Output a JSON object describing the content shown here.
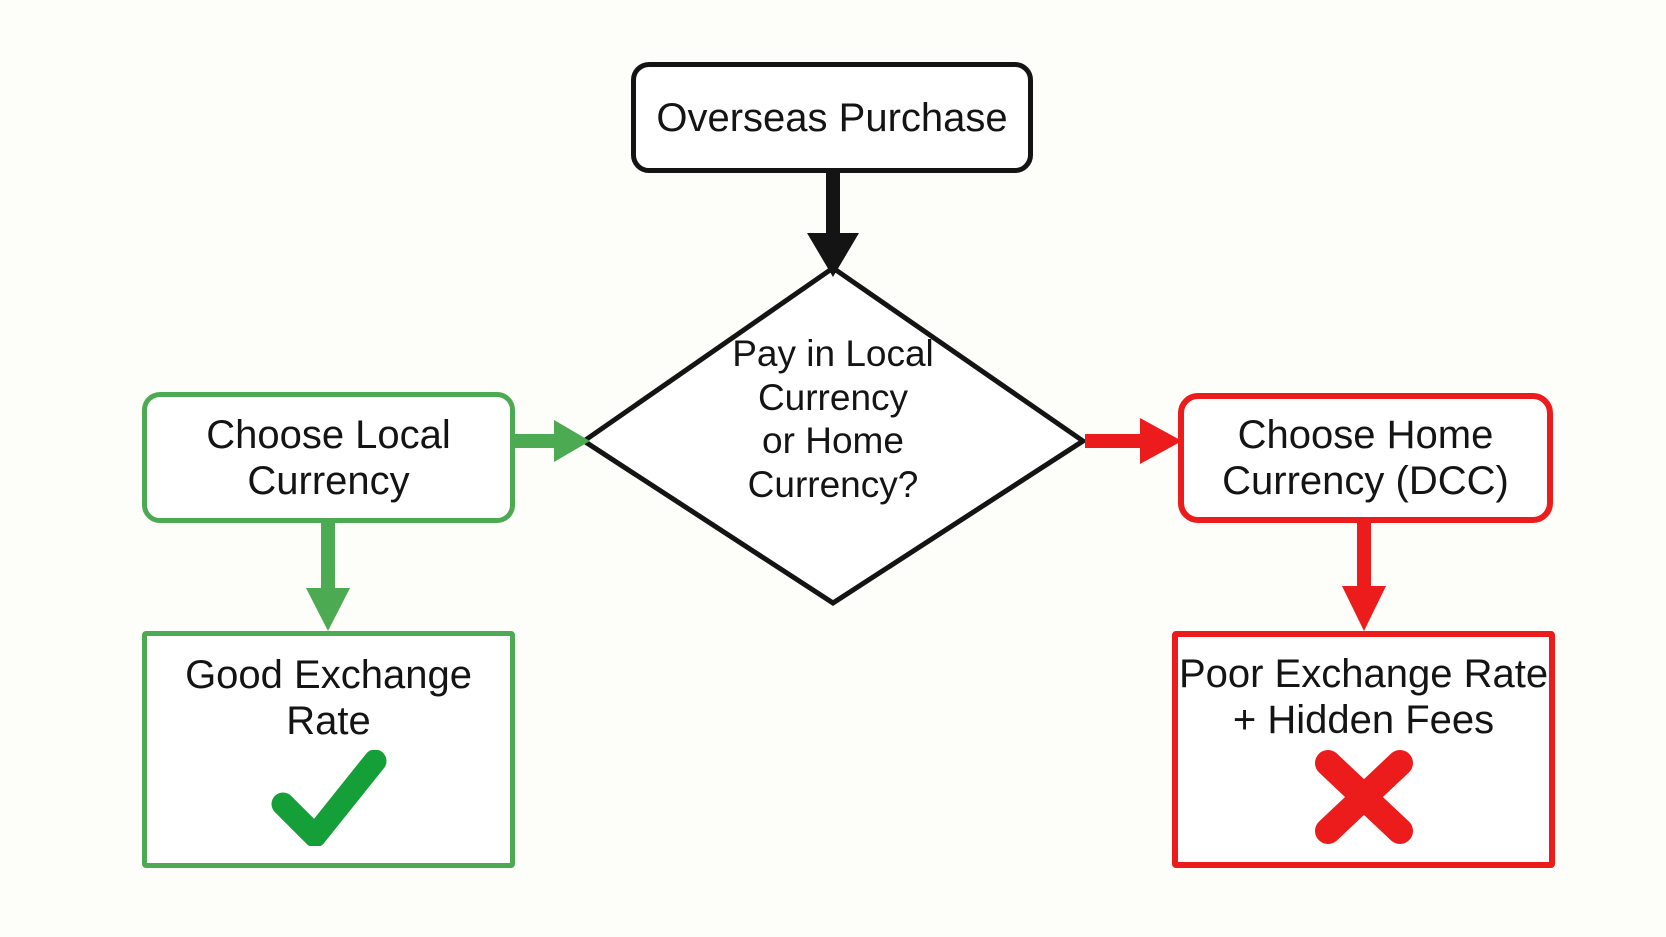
{
  "colors": {
    "background": "#fdfdfa",
    "white": "#ffffff",
    "ink": "#141414",
    "green": "#4cab52",
    "green_dark": "#159f38",
    "red": "#eb1c1b"
  },
  "flowchart": {
    "nodes": {
      "start": {
        "label": "Overseas Purchase",
        "shape": "rounded-rect",
        "border_color": "#141414"
      },
      "decision": {
        "label": "Pay in Local\nCurrency\nor Home\nCurrency?",
        "shape": "diamond",
        "border_color": "#141414"
      },
      "choose_local": {
        "label": "Choose Local\nCurrency",
        "shape": "rounded-rect",
        "border_color": "#4cab52"
      },
      "choose_home": {
        "label": "Choose Home\nCurrency (DCC)",
        "shape": "rounded-rect",
        "border_color": "#eb1c1b"
      },
      "good_rate": {
        "label": "Good Exchange\nRate",
        "shape": "rect",
        "border_color": "#4cab52",
        "icon": "check-mark"
      },
      "poor_rate": {
        "label": "Poor Exchange Rate\n+ Hidden Fees",
        "shape": "rect",
        "border_color": "#eb1c1b",
        "icon": "cross-mark"
      }
    },
    "edges": [
      {
        "from": "start",
        "to": "decision",
        "color": "#141414",
        "direction": "down"
      },
      {
        "from": "choose_local",
        "to": "decision",
        "color": "#4cab52",
        "direction": "right"
      },
      {
        "from": "decision",
        "to": "choose_home",
        "color": "#eb1c1b",
        "direction": "right"
      },
      {
        "from": "choose_local",
        "to": "good_rate",
        "color": "#4cab52",
        "direction": "down"
      },
      {
        "from": "choose_home",
        "to": "poor_rate",
        "color": "#eb1c1b",
        "direction": "down"
      }
    ],
    "icons": {
      "good_outcome": "check-mark",
      "bad_outcome": "cross-mark"
    }
  }
}
